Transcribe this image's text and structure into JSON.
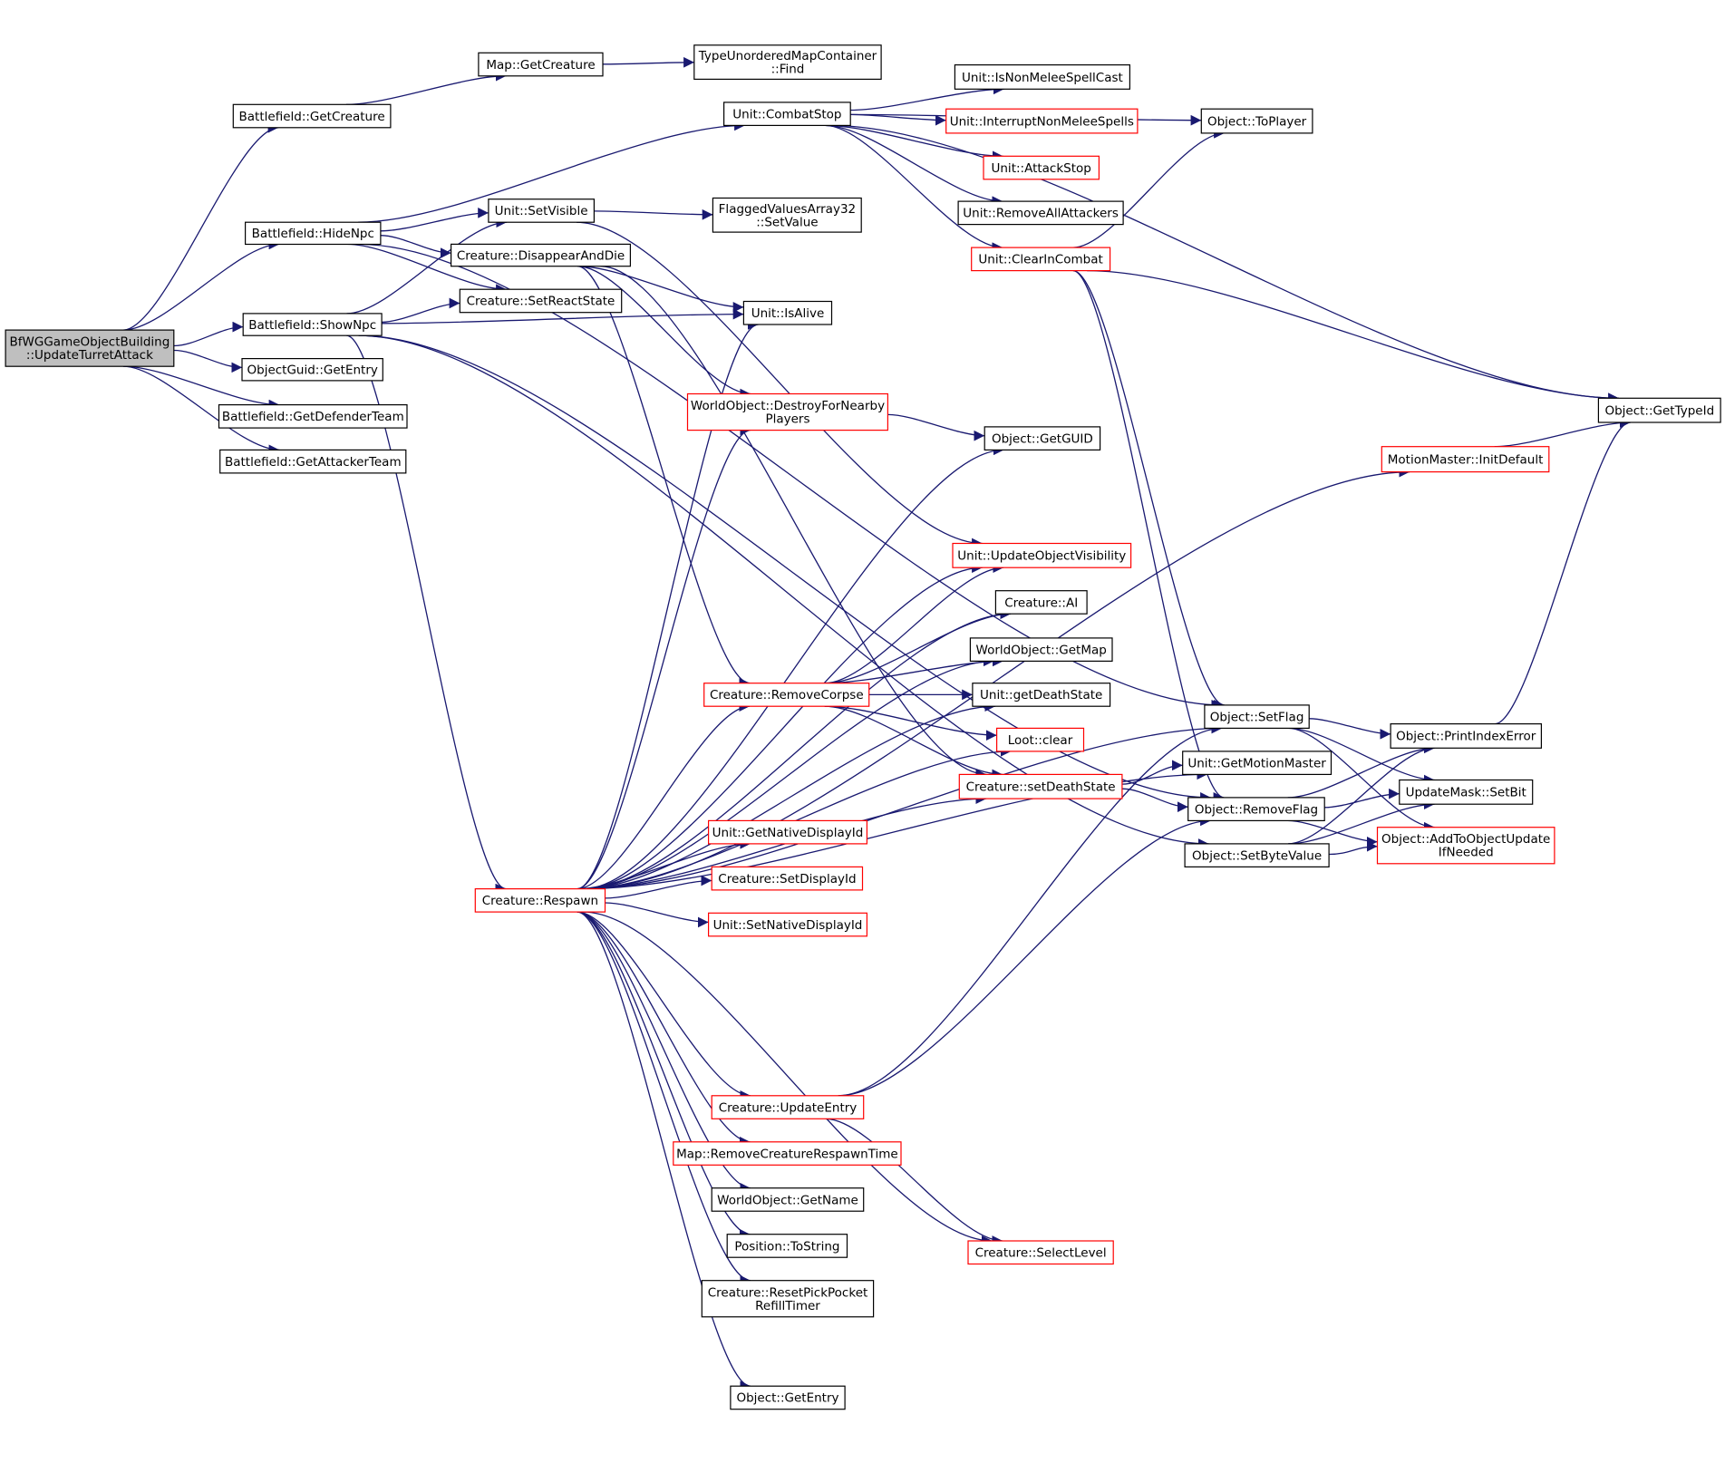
{
  "nodes": [
    {
      "id": "root",
      "lines": [
        "BfWGGameObjectBuilding",
        "::UpdateTurretAttack"
      ],
      "style": "root"
    },
    {
      "id": "bf_getcreature",
      "lines": [
        "Battlefield::GetCreature"
      ],
      "style": "black"
    },
    {
      "id": "bf_hidenpc",
      "lines": [
        "Battlefield::HideNpc"
      ],
      "style": "black"
    },
    {
      "id": "bf_shownpc",
      "lines": [
        "Battlefield::ShowNpc"
      ],
      "style": "black"
    },
    {
      "id": "objguid_getentry",
      "lines": [
        "ObjectGuid::GetEntry"
      ],
      "style": "black"
    },
    {
      "id": "bf_getdefender",
      "lines": [
        "Battlefield::GetDefenderTeam"
      ],
      "style": "black"
    },
    {
      "id": "bf_getattacker",
      "lines": [
        "Battlefield::GetAttackerTeam"
      ],
      "style": "black"
    },
    {
      "id": "map_getcreature",
      "lines": [
        "Map::GetCreature"
      ],
      "style": "black"
    },
    {
      "id": "tumc_find",
      "lines": [
        "TypeUnorderedMapContainer",
        "::Find"
      ],
      "style": "black"
    },
    {
      "id": "unit_combatstop",
      "lines": [
        "Unit::CombatStop"
      ],
      "style": "black"
    },
    {
      "id": "unit_setvisible",
      "lines": [
        "Unit::SetVisible"
      ],
      "style": "black"
    },
    {
      "id": "fva_setvalue",
      "lines": [
        "FlaggedValuesArray32",
        "::SetValue"
      ],
      "style": "black"
    },
    {
      "id": "cr_disappear",
      "lines": [
        "Creature::DisappearAndDie"
      ],
      "style": "black"
    },
    {
      "id": "cr_setreactstate",
      "lines": [
        "Creature::SetReactState"
      ],
      "style": "black"
    },
    {
      "id": "unit_isalive",
      "lines": [
        "Unit::IsAlive"
      ],
      "style": "black"
    },
    {
      "id": "wo_destroy",
      "lines": [
        "WorldObject::DestroyForNearby",
        "Players"
      ],
      "style": "red"
    },
    {
      "id": "obj_getguid",
      "lines": [
        "Object::GetGUID"
      ],
      "style": "black"
    },
    {
      "id": "unit_updatevis",
      "lines": [
        "Unit::UpdateObjectVisibility"
      ],
      "style": "red"
    },
    {
      "id": "cr_ai",
      "lines": [
        "Creature::AI"
      ],
      "style": "black"
    },
    {
      "id": "wo_getmap",
      "lines": [
        "WorldObject::GetMap"
      ],
      "style": "black"
    },
    {
      "id": "cr_removecorpse",
      "lines": [
        "Creature::RemoveCorpse"
      ],
      "style": "red"
    },
    {
      "id": "unit_getdeathstate",
      "lines": [
        "Unit::getDeathState"
      ],
      "style": "black"
    },
    {
      "id": "loot_clear",
      "lines": [
        "Loot::clear"
      ],
      "style": "red"
    },
    {
      "id": "cr_setdeathstate",
      "lines": [
        "Creature::setDeathState"
      ],
      "style": "red"
    },
    {
      "id": "unit_getnativedisplay",
      "lines": [
        "Unit::GetNativeDisplayId"
      ],
      "style": "red"
    },
    {
      "id": "cr_setdisplayid",
      "lines": [
        "Creature::SetDisplayId"
      ],
      "style": "red"
    },
    {
      "id": "unit_setnativedisplay",
      "lines": [
        "Unit::SetNativeDisplayId"
      ],
      "style": "red"
    },
    {
      "id": "cr_respawn",
      "lines": [
        "Creature::Respawn"
      ],
      "style": "red"
    },
    {
      "id": "cr_updateentry",
      "lines": [
        "Creature::UpdateEntry"
      ],
      "style": "red"
    },
    {
      "id": "map_removeresp",
      "lines": [
        "Map::RemoveCreatureRespawnTime"
      ],
      "style": "red"
    },
    {
      "id": "wo_getname",
      "lines": [
        "WorldObject::GetName"
      ],
      "style": "black"
    },
    {
      "id": "pos_tostring",
      "lines": [
        "Position::ToString"
      ],
      "style": "black"
    },
    {
      "id": "cr_resetpick",
      "lines": [
        "Creature::ResetPickPocket",
        "RefillTimer"
      ],
      "style": "black"
    },
    {
      "id": "obj_getentry",
      "lines": [
        "Object::GetEntry"
      ],
      "style": "black"
    },
    {
      "id": "cr_selectlevel",
      "lines": [
        "Creature::SelectLevel"
      ],
      "style": "red"
    },
    {
      "id": "unit_isnonmelee",
      "lines": [
        "Unit::IsNonMeleeSpellCast"
      ],
      "style": "black"
    },
    {
      "id": "unit_interrupt",
      "lines": [
        "Unit::InterruptNonMeleeSpells"
      ],
      "style": "red"
    },
    {
      "id": "unit_attackstop",
      "lines": [
        "Unit::AttackStop"
      ],
      "style": "red"
    },
    {
      "id": "unit_removeallattackers",
      "lines": [
        "Unit::RemoveAllAttackers"
      ],
      "style": "black"
    },
    {
      "id": "unit_clearincombat",
      "lines": [
        "Unit::ClearInCombat"
      ],
      "style": "red"
    },
    {
      "id": "obj_toplayer",
      "lines": [
        "Object::ToPlayer"
      ],
      "style": "black"
    },
    {
      "id": "obj_gettypeid",
      "lines": [
        "Object::GetTypeId"
      ],
      "style": "black"
    },
    {
      "id": "mm_initdefault",
      "lines": [
        "MotionMaster::InitDefault"
      ],
      "style": "red"
    },
    {
      "id": "obj_setflag",
      "lines": [
        "Object::SetFlag"
      ],
      "style": "black"
    },
    {
      "id": "unit_getmotionmaster",
      "lines": [
        "Unit::GetMotionMaster"
      ],
      "style": "black"
    },
    {
      "id": "obj_removeflag",
      "lines": [
        "Object::RemoveFlag"
      ],
      "style": "black"
    },
    {
      "id": "obj_setbytevalue",
      "lines": [
        "Object::SetByteValue"
      ],
      "style": "black"
    },
    {
      "id": "obj_printindexerror",
      "lines": [
        "Object::PrintIndexError"
      ],
      "style": "black"
    },
    {
      "id": "um_setbit",
      "lines": [
        "UpdateMask::SetBit"
      ],
      "style": "black"
    },
    {
      "id": "obj_addtoupdate",
      "lines": [
        "Object::AddToObjectUpdate",
        "IfNeeded"
      ],
      "style": "red"
    }
  ],
  "edges": [
    [
      "root",
      "bf_getcreature"
    ],
    [
      "root",
      "bf_hidenpc"
    ],
    [
      "root",
      "bf_shownpc"
    ],
    [
      "root",
      "objguid_getentry"
    ],
    [
      "root",
      "bf_getdefender"
    ],
    [
      "root",
      "bf_getattacker"
    ],
    [
      "bf_getcreature",
      "map_getcreature"
    ],
    [
      "map_getcreature",
      "tumc_find"
    ],
    [
      "bf_hidenpc",
      "unit_combatstop"
    ],
    [
      "bf_hidenpc",
      "unit_setvisible"
    ],
    [
      "bf_hidenpc",
      "cr_disappear"
    ],
    [
      "bf_hidenpc",
      "cr_setreactstate"
    ],
    [
      "bf_hidenpc",
      "obj_setflag"
    ],
    [
      "bf_shownpc",
      "unit_setvisible"
    ],
    [
      "bf_shownpc",
      "cr_setreactstate"
    ],
    [
      "bf_shownpc",
      "unit_isalive"
    ],
    [
      "bf_shownpc",
      "cr_respawn"
    ],
    [
      "bf_shownpc",
      "obj_removeflag"
    ],
    [
      "bf_shownpc",
      "obj_setbytevalue"
    ],
    [
      "unit_setvisible",
      "fva_setvalue"
    ],
    [
      "unit_setvisible",
      "unit_updatevis"
    ],
    [
      "cr_disappear",
      "unit_isalive"
    ],
    [
      "cr_disappear",
      "wo_destroy"
    ],
    [
      "cr_disappear",
      "cr_removecorpse"
    ],
    [
      "cr_disappear",
      "cr_setdeathstate"
    ],
    [
      "wo_destroy",
      "obj_getguid"
    ],
    [
      "unit_combatstop",
      "unit_isnonmelee"
    ],
    [
      "unit_combatstop",
      "unit_interrupt"
    ],
    [
      "unit_combatstop",
      "unit_attackstop"
    ],
    [
      "unit_combatstop",
      "unit_removeallattackers"
    ],
    [
      "unit_combatstop",
      "unit_clearincombat"
    ],
    [
      "unit_combatstop",
      "obj_toplayer"
    ],
    [
      "unit_combatstop",
      "obj_gettypeid"
    ],
    [
      "unit_clearincombat",
      "obj_toplayer"
    ],
    [
      "unit_clearincombat",
      "obj_gettypeid"
    ],
    [
      "unit_clearincombat",
      "obj_setflag"
    ],
    [
      "unit_clearincombat",
      "obj_removeflag"
    ],
    [
      "cr_respawn",
      "unit_isalive"
    ],
    [
      "cr_respawn",
      "wo_destroy"
    ],
    [
      "cr_respawn",
      "obj_getguid"
    ],
    [
      "cr_respawn",
      "mm_initdefault"
    ],
    [
      "cr_respawn",
      "unit_updatevis"
    ],
    [
      "cr_respawn",
      "cr_ai"
    ],
    [
      "cr_respawn",
      "wo_getmap"
    ],
    [
      "cr_respawn",
      "cr_removecorpse"
    ],
    [
      "cr_respawn",
      "unit_getdeathstate"
    ],
    [
      "cr_respawn",
      "loot_clear"
    ],
    [
      "cr_respawn",
      "cr_setdeathstate"
    ],
    [
      "cr_respawn",
      "unit_getnativedisplay"
    ],
    [
      "cr_respawn",
      "cr_setdisplayid"
    ],
    [
      "cr_respawn",
      "unit_setnativedisplay"
    ],
    [
      "cr_respawn",
      "unit_getmotionmaster"
    ],
    [
      "cr_respawn",
      "cr_updateentry"
    ],
    [
      "cr_respawn",
      "map_removeresp"
    ],
    [
      "cr_respawn",
      "wo_getname"
    ],
    [
      "cr_respawn",
      "pos_tostring"
    ],
    [
      "cr_respawn",
      "cr_resetpick"
    ],
    [
      "cr_respawn",
      "obj_getentry"
    ],
    [
      "cr_respawn",
      "cr_selectlevel"
    ],
    [
      "cr_respawn",
      "obj_setflag"
    ],
    [
      "cr_removecorpse",
      "unit_updatevis"
    ],
    [
      "cr_removecorpse",
      "cr_ai"
    ],
    [
      "cr_removecorpse",
      "wo_getmap"
    ],
    [
      "cr_removecorpse",
      "unit_getdeathstate"
    ],
    [
      "cr_removecorpse",
      "loot_clear"
    ],
    [
      "cr_removecorpse",
      "cr_setdeathstate"
    ],
    [
      "cr_setdeathstate",
      "unit_getmotionmaster"
    ],
    [
      "cr_setdeathstate",
      "obj_removeflag"
    ],
    [
      "cr_updateentry",
      "obj_setflag"
    ],
    [
      "cr_updateentry",
      "obj_removeflag"
    ],
    [
      "cr_updateentry",
      "cr_selectlevel"
    ],
    [
      "mm_initdefault",
      "obj_gettypeid"
    ],
    [
      "obj_setflag",
      "obj_printindexerror"
    ],
    [
      "obj_setflag",
      "um_setbit"
    ],
    [
      "obj_setflag",
      "obj_addtoupdate"
    ],
    [
      "obj_removeflag",
      "obj_printindexerror"
    ],
    [
      "obj_removeflag",
      "um_setbit"
    ],
    [
      "obj_removeflag",
      "obj_addtoupdate"
    ],
    [
      "obj_setbytevalue",
      "obj_printindexerror"
    ],
    [
      "obj_setbytevalue",
      "um_setbit"
    ],
    [
      "obj_setbytevalue",
      "obj_addtoupdate"
    ],
    [
      "obj_printindexerror",
      "obj_gettypeid"
    ]
  ]
}
